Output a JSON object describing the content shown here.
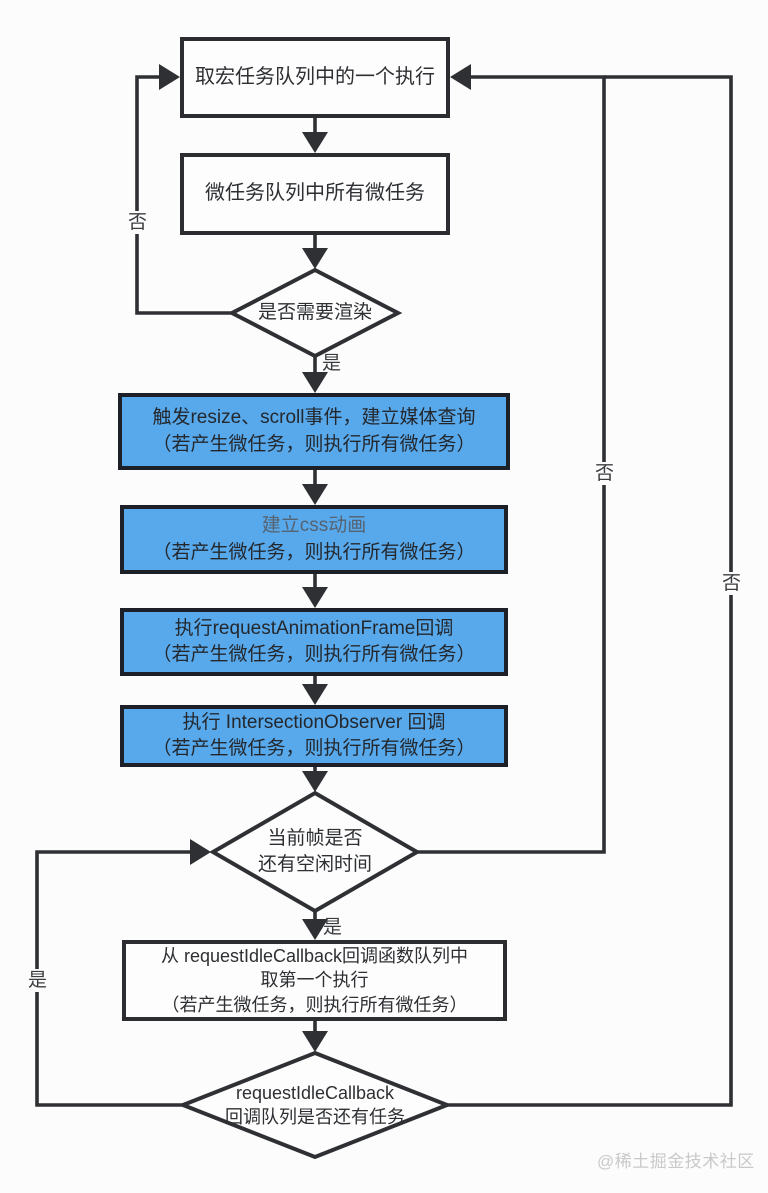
{
  "colors": {
    "line": "#2e3034",
    "box_border": "#2b2d31",
    "blue_fill": "#57a9ec",
    "blue_border": "#1d2026",
    "text": "#2d2f33",
    "muted_text": "#566270",
    "label": "#3a3c40",
    "watermark": "#c9c9c9",
    "bg": "#fcfcfc"
  },
  "nodes": {
    "macrotask": {
      "lines": [
        "取宏任务队列中的一个执行"
      ]
    },
    "microtask": {
      "lines": [
        "微任务队列中所有微任务"
      ]
    },
    "need_render": {
      "lines": [
        "是否需要渲染"
      ]
    },
    "resize_scroll": {
      "lines": [
        "触发resize、scroll事件，建立媒体查询",
        "（若产生微任务，则执行所有微任务）"
      ]
    },
    "css_animation": {
      "lines": [
        "建立css动画",
        "（若产生微任务，则执行所有微任务）"
      ]
    },
    "raf": {
      "lines": [
        "执行requestAnimationFrame回调",
        "（若产生微任务，则执行所有微任务）"
      ]
    },
    "intersection_observer": {
      "lines": [
        "执行 IntersectionObserver 回调",
        "（若产生微任务，则执行所有微任务）"
      ]
    },
    "idle_time": {
      "lines": [
        "当前帧是否",
        "还有空闲时间"
      ]
    },
    "idle_callback": {
      "lines": [
        "从 requestIdleCallback回调函数队列中",
        "取第一个执行",
        "（若产生微任务，则执行所有微任务）"
      ]
    },
    "ric_queue": {
      "lines": [
        "requestIdleCallback",
        "回调队列是否还有任务"
      ]
    }
  },
  "labels": {
    "yes_need_render": "是",
    "yes_idle_time": "是",
    "yes_ric_loop": "是",
    "no_need_render": "否",
    "no_idle_time": "否",
    "no_ric_queue": "否"
  },
  "watermark": "@稀土掘金技术社区"
}
